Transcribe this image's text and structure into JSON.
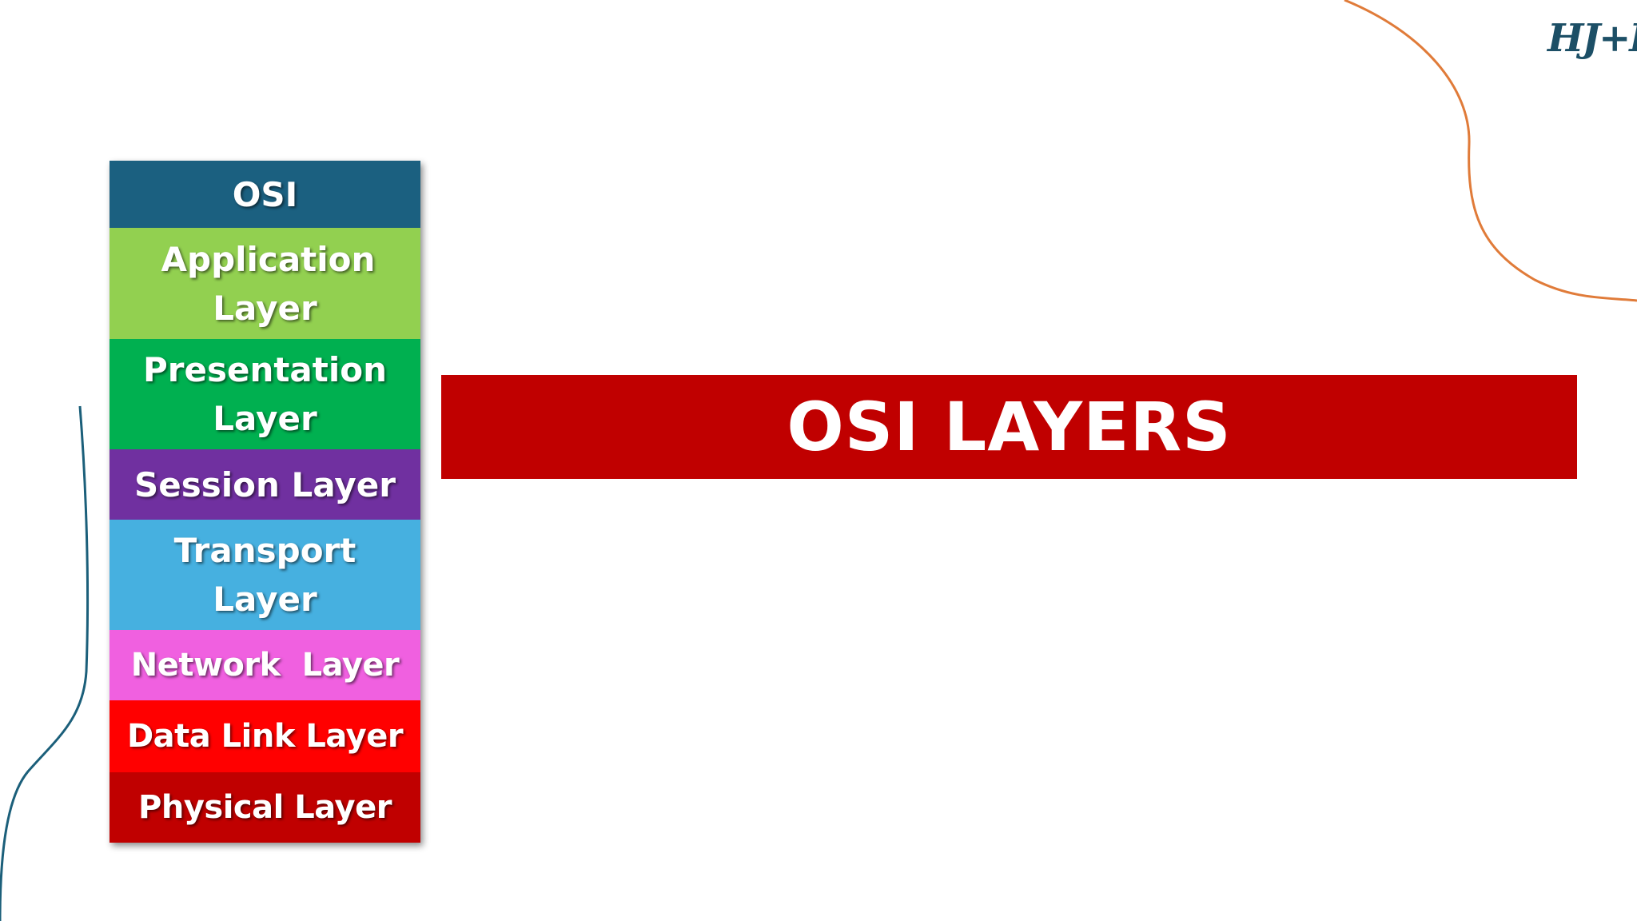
{
  "logo": {
    "text": "HJ+F"
  },
  "osi_stack": {
    "header": {
      "label": "OSI",
      "color": "#1b6080"
    },
    "layers": [
      {
        "label": "Application Layer",
        "color": "#92d050"
      },
      {
        "label": "Presentation Layer",
        "color": "#00b050"
      },
      {
        "label": "Session Layer",
        "color": "#7030a0"
      },
      {
        "label": "Transport Layer",
        "color": "#46b0e0"
      },
      {
        "label": "Network  Layer",
        "color": "#f060e0"
      },
      {
        "label": "Data Link Layer",
        "color": "#ff0000"
      },
      {
        "label": "Physical Layer",
        "color": "#c00000"
      }
    ]
  },
  "banner": {
    "title": "OSI LAYERS",
    "color": "#c00000"
  },
  "decor": {
    "left_curve_color": "#1b5f7a",
    "right_curve_color": "#e07b39"
  }
}
